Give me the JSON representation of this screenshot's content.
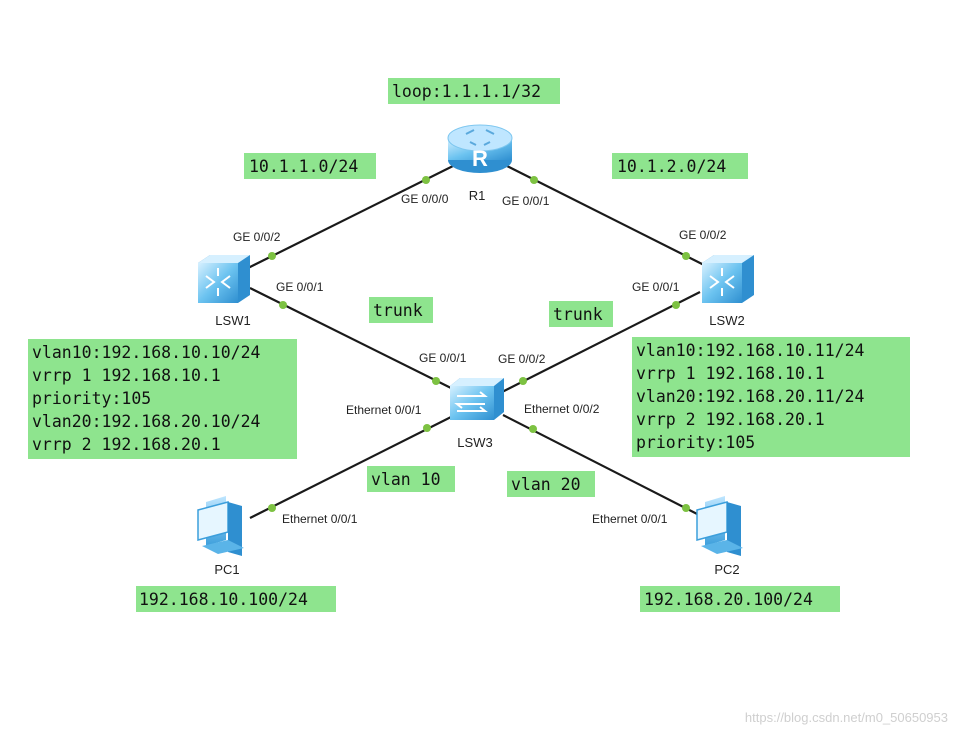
{
  "colors": {
    "label_bg": "#8ee48e",
    "link": "#1a1a1a",
    "port_dot": "#7dc242",
    "device": "#5ab4e8",
    "watermark": "#cfcfcf"
  },
  "devices": {
    "R1": {
      "name": "R1",
      "icon": "router-icon"
    },
    "LSW1": {
      "name": "LSW1",
      "icon": "switch-icon"
    },
    "LSW2": {
      "name": "LSW2",
      "icon": "switch-icon"
    },
    "LSW3": {
      "name": "LSW3",
      "icon": "switch-icon"
    },
    "PC1": {
      "name": "PC1",
      "icon": "pc-icon"
    },
    "PC2": {
      "name": "PC2",
      "icon": "pc-icon"
    }
  },
  "ports": {
    "r1_ge000": "GE 0/0/0",
    "r1_ge001": "GE 0/0/1",
    "lsw1_ge002": "GE 0/0/2",
    "lsw1_ge001": "GE 0/0/1",
    "lsw2_ge002": "GE 0/0/2",
    "lsw2_ge001": "GE 0/0/1",
    "lsw3_ge001": "GE 0/0/1",
    "lsw3_ge002": "GE 0/0/2",
    "lsw3_eth001": "Ethernet 0/0/1",
    "lsw3_eth002": "Ethernet 0/0/2",
    "pc1_eth001": "Ethernet 0/0/1",
    "pc2_eth001": "Ethernet 0/0/1"
  },
  "labels": {
    "loopback": "loop:1.1.1.1/32",
    "net_left": "10.1.1.0/24",
    "net_right": "10.1.2.0/24",
    "trunk_left": "trunk",
    "trunk_right": "trunk",
    "vlan_left": "vlan 10",
    "vlan_right": "vlan 20",
    "pc1_ip": "192.168.10.100/24",
    "pc2_ip": "192.168.20.100/24",
    "lsw1_config": [
      "vlan10:192.168.10.10/24",
      "vrrp 1 192.168.10.1",
      "priority:105",
      "vlan20:192.168.20.10/24",
      "vrrp 2 192.168.20.1"
    ],
    "lsw2_config": [
      "vlan10:192.168.10.11/24",
      "vrrp 1 192.168.10.1",
      "vlan20:192.168.20.11/24",
      "vrrp 2 192.168.20.1",
      "priority:105"
    ]
  },
  "watermark": "https://blog.csdn.net/m0_50650953"
}
